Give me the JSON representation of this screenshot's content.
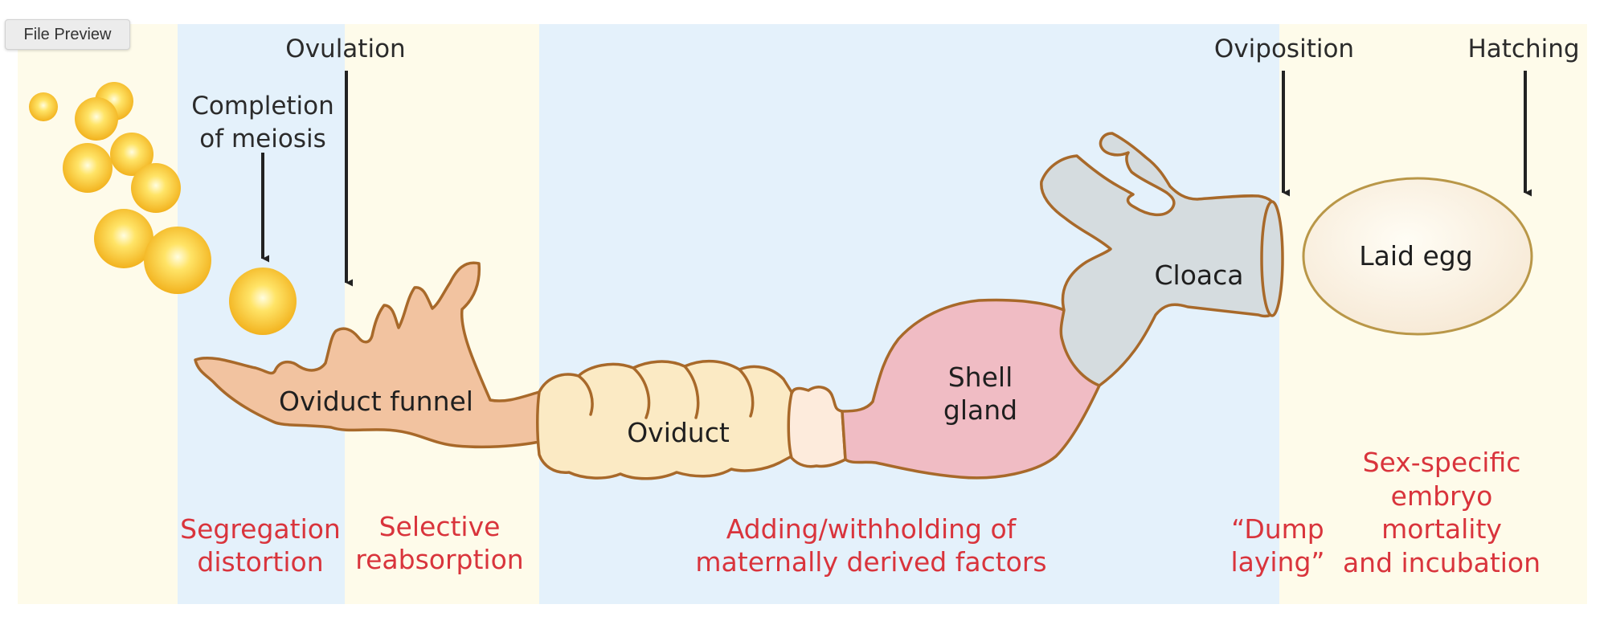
{
  "toolbar": {
    "preview_button": "File Preview"
  },
  "diagram": {
    "top_labels": {
      "ovulation": "Ovulation",
      "completion_line1": "Completion",
      "completion_line2": "of meiosis",
      "oviposition": "Oviposition",
      "hatching": "Hatching"
    },
    "organs": {
      "funnel": "Oviduct funnel",
      "oviduct": "Oviduct",
      "shell_line1": "Shell",
      "shell_line2": "gland",
      "cloaca": "Cloaca",
      "egg": "Laid egg"
    },
    "mechanisms": {
      "segregation_line1": "Segregation",
      "segregation_line2": "distortion",
      "reabsorption_line1": "Selective",
      "reabsorption_line2": "reabsorption",
      "maternal_line1": "Adding/withholding of",
      "maternal_line2": "maternally derived factors",
      "dump_line1": "“Dump",
      "dump_line2": "laying”",
      "sex_line1": "Sex-specific",
      "sex_line2": "embryo",
      "sex_line3": "mortality",
      "sex_line4": "and incubation"
    },
    "colors": {
      "band_cream": "#fefbea",
      "band_blue": "#e4f1fb",
      "funnel": "#f2c3a0",
      "oviduct": "#fbeac4",
      "isthmus": "#fdebdc",
      "shell_gland": "#f0bcc4",
      "cloaca": "#d5dcdf",
      "outline": "#a8692a",
      "label_red": "#d9343c",
      "arrow": "#222222"
    }
  }
}
